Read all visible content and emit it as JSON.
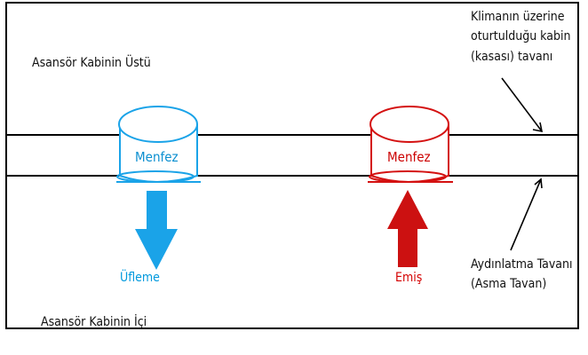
{
  "labels": {
    "cabin_top": "Asansör Kabinin Üstü",
    "cabin_inside": "Asansör Kabinin İçi",
    "ceiling_line1": "Klimanın  üzerine",
    "ceiling_line2": "oturtulduğu kabin",
    "ceiling_line3": "(kasası) tavanı",
    "lighting_line1": "Aydınlatma Tavanı",
    "lighting_line2": "(Asma Tavan)",
    "blow": "Üfleme",
    "suction": "Emiş"
  },
  "vents": {
    "left_label": "Menfez",
    "right_label": "Menfez"
  },
  "colors": {
    "blow": "#1aa3e8",
    "suction": "#cc1111",
    "line": "#000000"
  }
}
